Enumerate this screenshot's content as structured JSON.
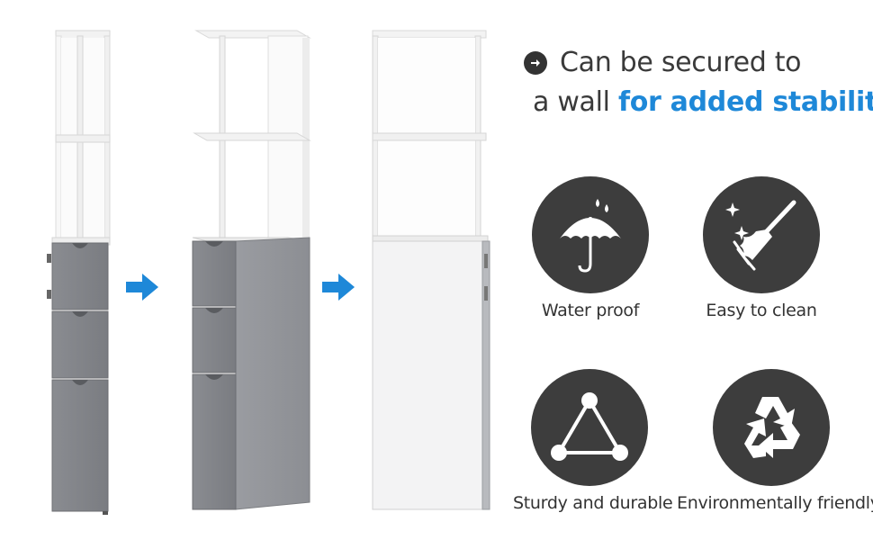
{
  "headline": {
    "line1": "Can be secured to",
    "line2_plain": "a wall ",
    "line2_accent": "for added stability"
  },
  "features": [
    {
      "label": "Water proof",
      "icon": "umbrella-rain-icon"
    },
    {
      "label": "Easy to clean",
      "icon": "broom-sparkle-icon"
    },
    {
      "label": "Sturdy and durable",
      "icon": "triangle-nodes-icon"
    },
    {
      "label": "Environmentally friendly",
      "icon": "recycle-icon"
    }
  ],
  "colors": {
    "accent": "#1e88d8",
    "icon_circle": "#3d3d3d",
    "drawer_gray": "#808287",
    "cabinet_white": "#f4f4f4"
  }
}
